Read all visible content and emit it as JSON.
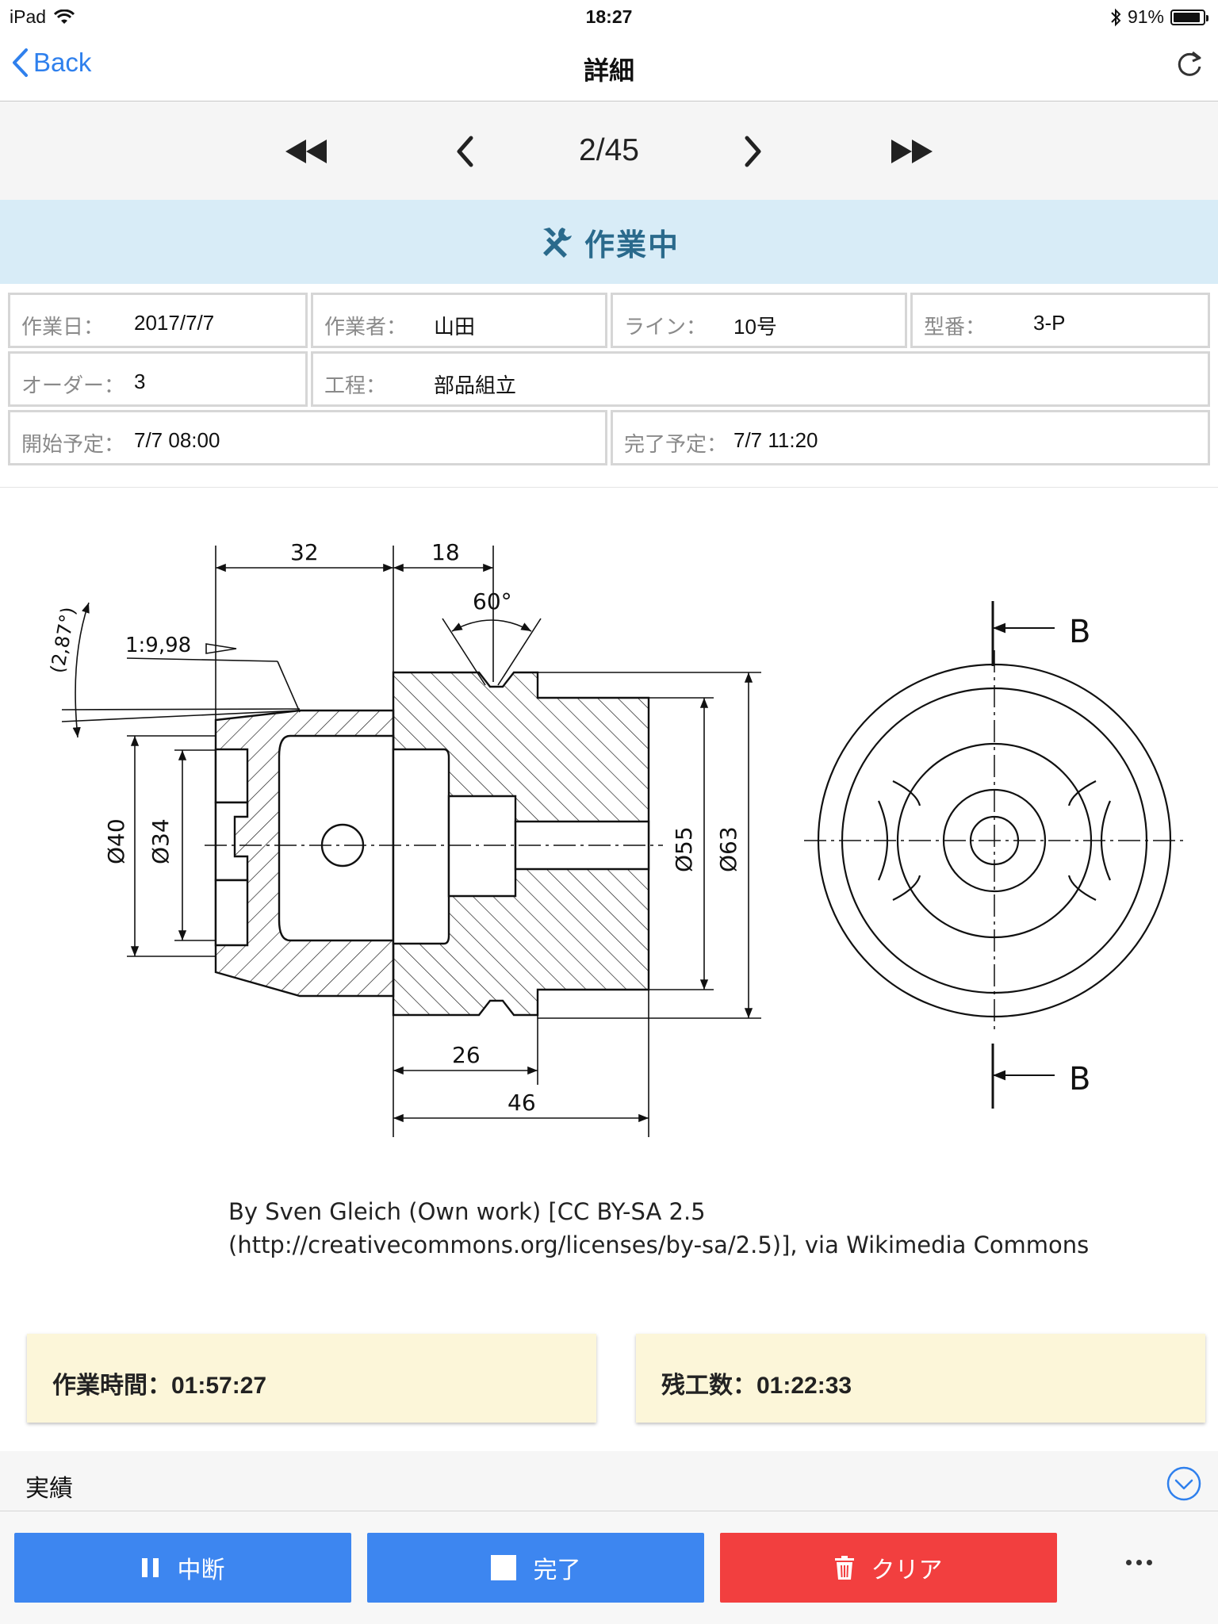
{
  "status_bar": {
    "device": "iPad",
    "time": "18:27",
    "battery": "91%",
    "battery_level": 0.91
  },
  "nav": {
    "back_label": "Back",
    "title": "詳細"
  },
  "pager": {
    "position": "2/45"
  },
  "status": {
    "label": "作業中"
  },
  "info": {
    "work_date": {
      "key": "作業日：",
      "value": "2017/7/7"
    },
    "worker": {
      "key": "作業者：",
      "value": "山田"
    },
    "line": {
      "key": "ライン：",
      "value": "10号"
    },
    "model": {
      "key": "型番：",
      "value": "3-P"
    },
    "order": {
      "key": "オーダー：",
      "value": "3"
    },
    "process": {
      "key": "工程：",
      "value": "部品組立"
    },
    "planned_start": {
      "key": "開始予定：",
      "value": "7/7 08:00"
    },
    "planned_end": {
      "key": "完了予定：",
      "value": "7/7 11:20"
    }
  },
  "drawing": {
    "dims": {
      "d32": "32",
      "d18": "18",
      "angle": "60°",
      "taper_angle": "(2,87°)",
      "taper": "1:9,98",
      "dia40": "Ø40",
      "dia34": "Ø34",
      "dia55": "Ø55",
      "dia63": "Ø63",
      "d26": "26",
      "d46": "46",
      "section_b": "B"
    },
    "credit_line1": "By Sven Gleich (Own work) [CC BY-SA 2.5",
    "credit_line2": "(http://creativecommons.org/licenses/by-sa/2.5)], via Wikimedia Commons"
  },
  "timers": {
    "work_time": "作業時間：01:57:27",
    "remaining": "残工数：01:22:33"
  },
  "results": {
    "title": "実績"
  },
  "toolbar": {
    "pause": "中断",
    "complete": "完了",
    "clear": "クリア"
  }
}
